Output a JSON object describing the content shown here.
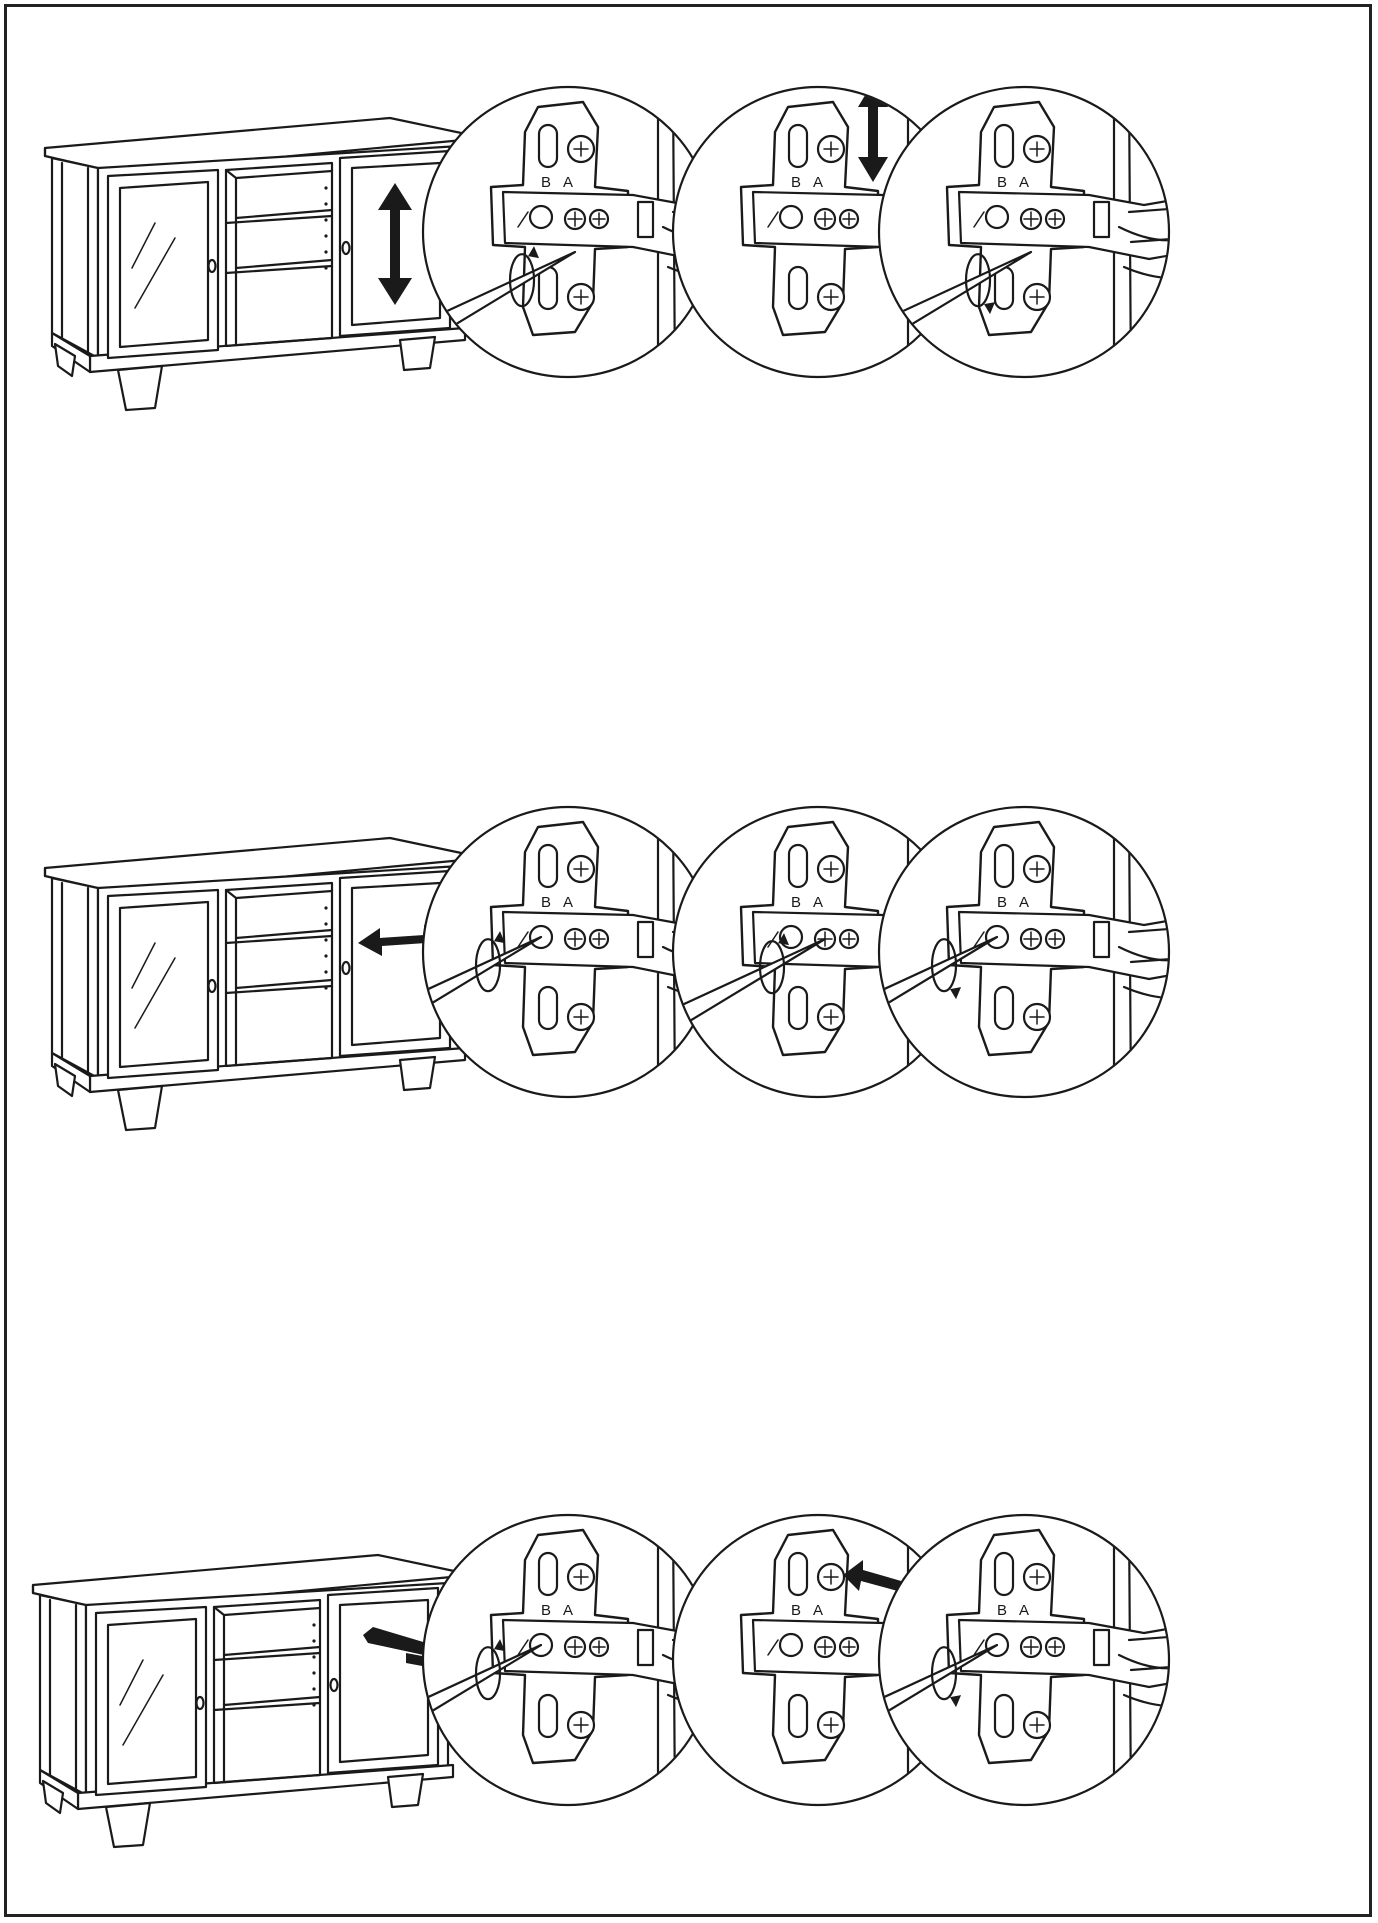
{
  "title": "",
  "hinge_labels": {
    "left": "B",
    "right": "A"
  },
  "colors": {
    "ink": "#1a1a1a",
    "paper": "#ffffff"
  },
  "steps": [
    {
      "id": "height",
      "door_arrow": "vertical",
      "details": [
        {
          "screw": "lower-right",
          "rotation": "counterclockwise",
          "plate_arrow": "none"
        },
        {
          "screw": "none",
          "rotation": "none",
          "plate_arrow": "vertical"
        },
        {
          "screw": "lower-right",
          "rotation": "clockwise",
          "plate_arrow": "none"
        }
      ]
    },
    {
      "id": "side",
      "door_arrow": "horizontal",
      "details": [
        {
          "screw": "middle-left",
          "rotation": "counterclockwise",
          "plate_arrow": "none"
        },
        {
          "screw": "middle-right",
          "rotation": "counterclockwise",
          "plate_arrow": "none"
        },
        {
          "screw": "middle-left",
          "rotation": "clockwise",
          "plate_arrow": "none"
        }
      ]
    },
    {
      "id": "depth",
      "door_arrow": "depth",
      "details": [
        {
          "screw": "middle-left",
          "rotation": "counterclockwise",
          "plate_arrow": "none"
        },
        {
          "screw": "none",
          "rotation": "none",
          "plate_arrow": "diagonal"
        },
        {
          "screw": "middle-left",
          "rotation": "clockwise",
          "plate_arrow": "none"
        }
      ]
    }
  ]
}
